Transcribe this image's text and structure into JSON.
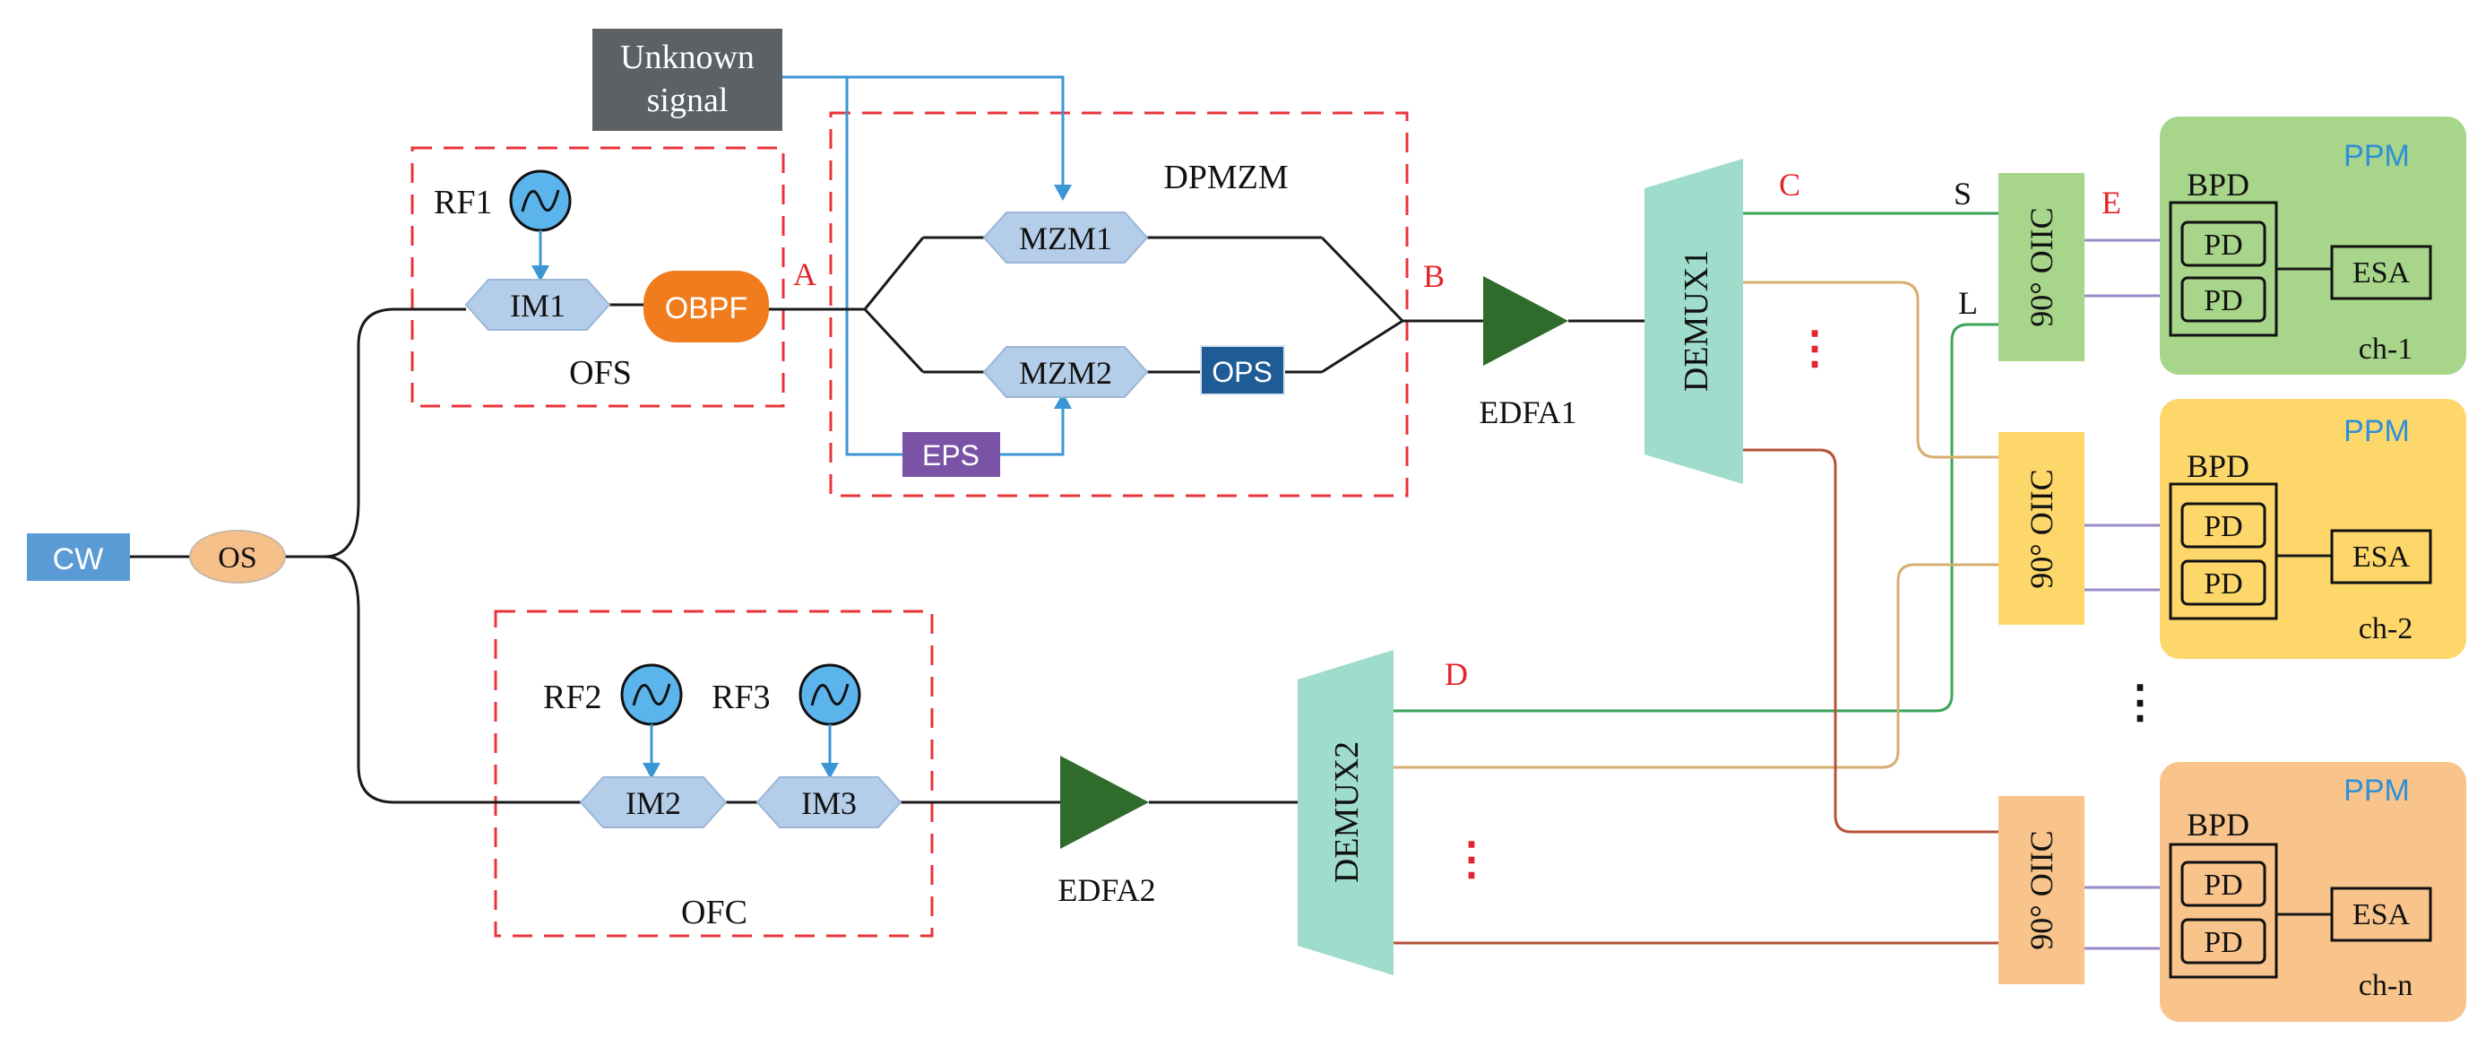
{
  "labels": {
    "unknown_signal_line1": "Unknown",
    "unknown_signal_line2": "signal",
    "cw": "CW",
    "os": "OS",
    "rf1": "RF1",
    "rf2": "RF2",
    "rf3": "RF3",
    "im1": "IM1",
    "im2": "IM2",
    "im3": "IM3",
    "obpf": "OBPF",
    "ofs": "OFS",
    "ofc": "OFC",
    "dpmzm": "DPMZM",
    "mzm1": "MZM1",
    "mzm2": "MZM2",
    "ops": "OPS",
    "eps": "EPS",
    "edfa1": "EDFA1",
    "edfa2": "EDFA2",
    "demux1": "DEMUX1",
    "demux2": "DEMUX2",
    "oiic": "90° OIIC",
    "bpd": "BPD",
    "pd": "PD",
    "esa": "ESA",
    "ppm": "PPM",
    "port_s": "S",
    "port_l": "L",
    "ellipsis": "⋮"
  },
  "points": {
    "a": "A",
    "b": "B",
    "c": "C",
    "d": "D",
    "e": "E"
  },
  "channels": [
    {
      "label": "ch-1",
      "color": "#a7d58a",
      "oiic_color": "#a7d58a"
    },
    {
      "label": "ch-2",
      "color": "#fdd76a",
      "oiic_color": "#fdd76a"
    },
    {
      "label": "ch-n",
      "color": "#f9c48c",
      "oiic_color": "#f9c48c"
    }
  ],
  "colors": {
    "cw": "#5b9bd5",
    "os": "#f6c08a",
    "modulator": "#b4cde8",
    "obpf": "#f07c1e",
    "ops": "#1f5c96",
    "eps": "#7a53a6",
    "edfa": "#2f6b2a",
    "demux": "#9fdccb",
    "unknown_signal": "#5c6166",
    "rf_line": "#3b96d6",
    "dash_box": "#e8343a",
    "green_link": "#3aa55a",
    "tan_link": "#d7ae72",
    "red_link": "#b5543a",
    "purple_link": "#9b8ac8"
  }
}
